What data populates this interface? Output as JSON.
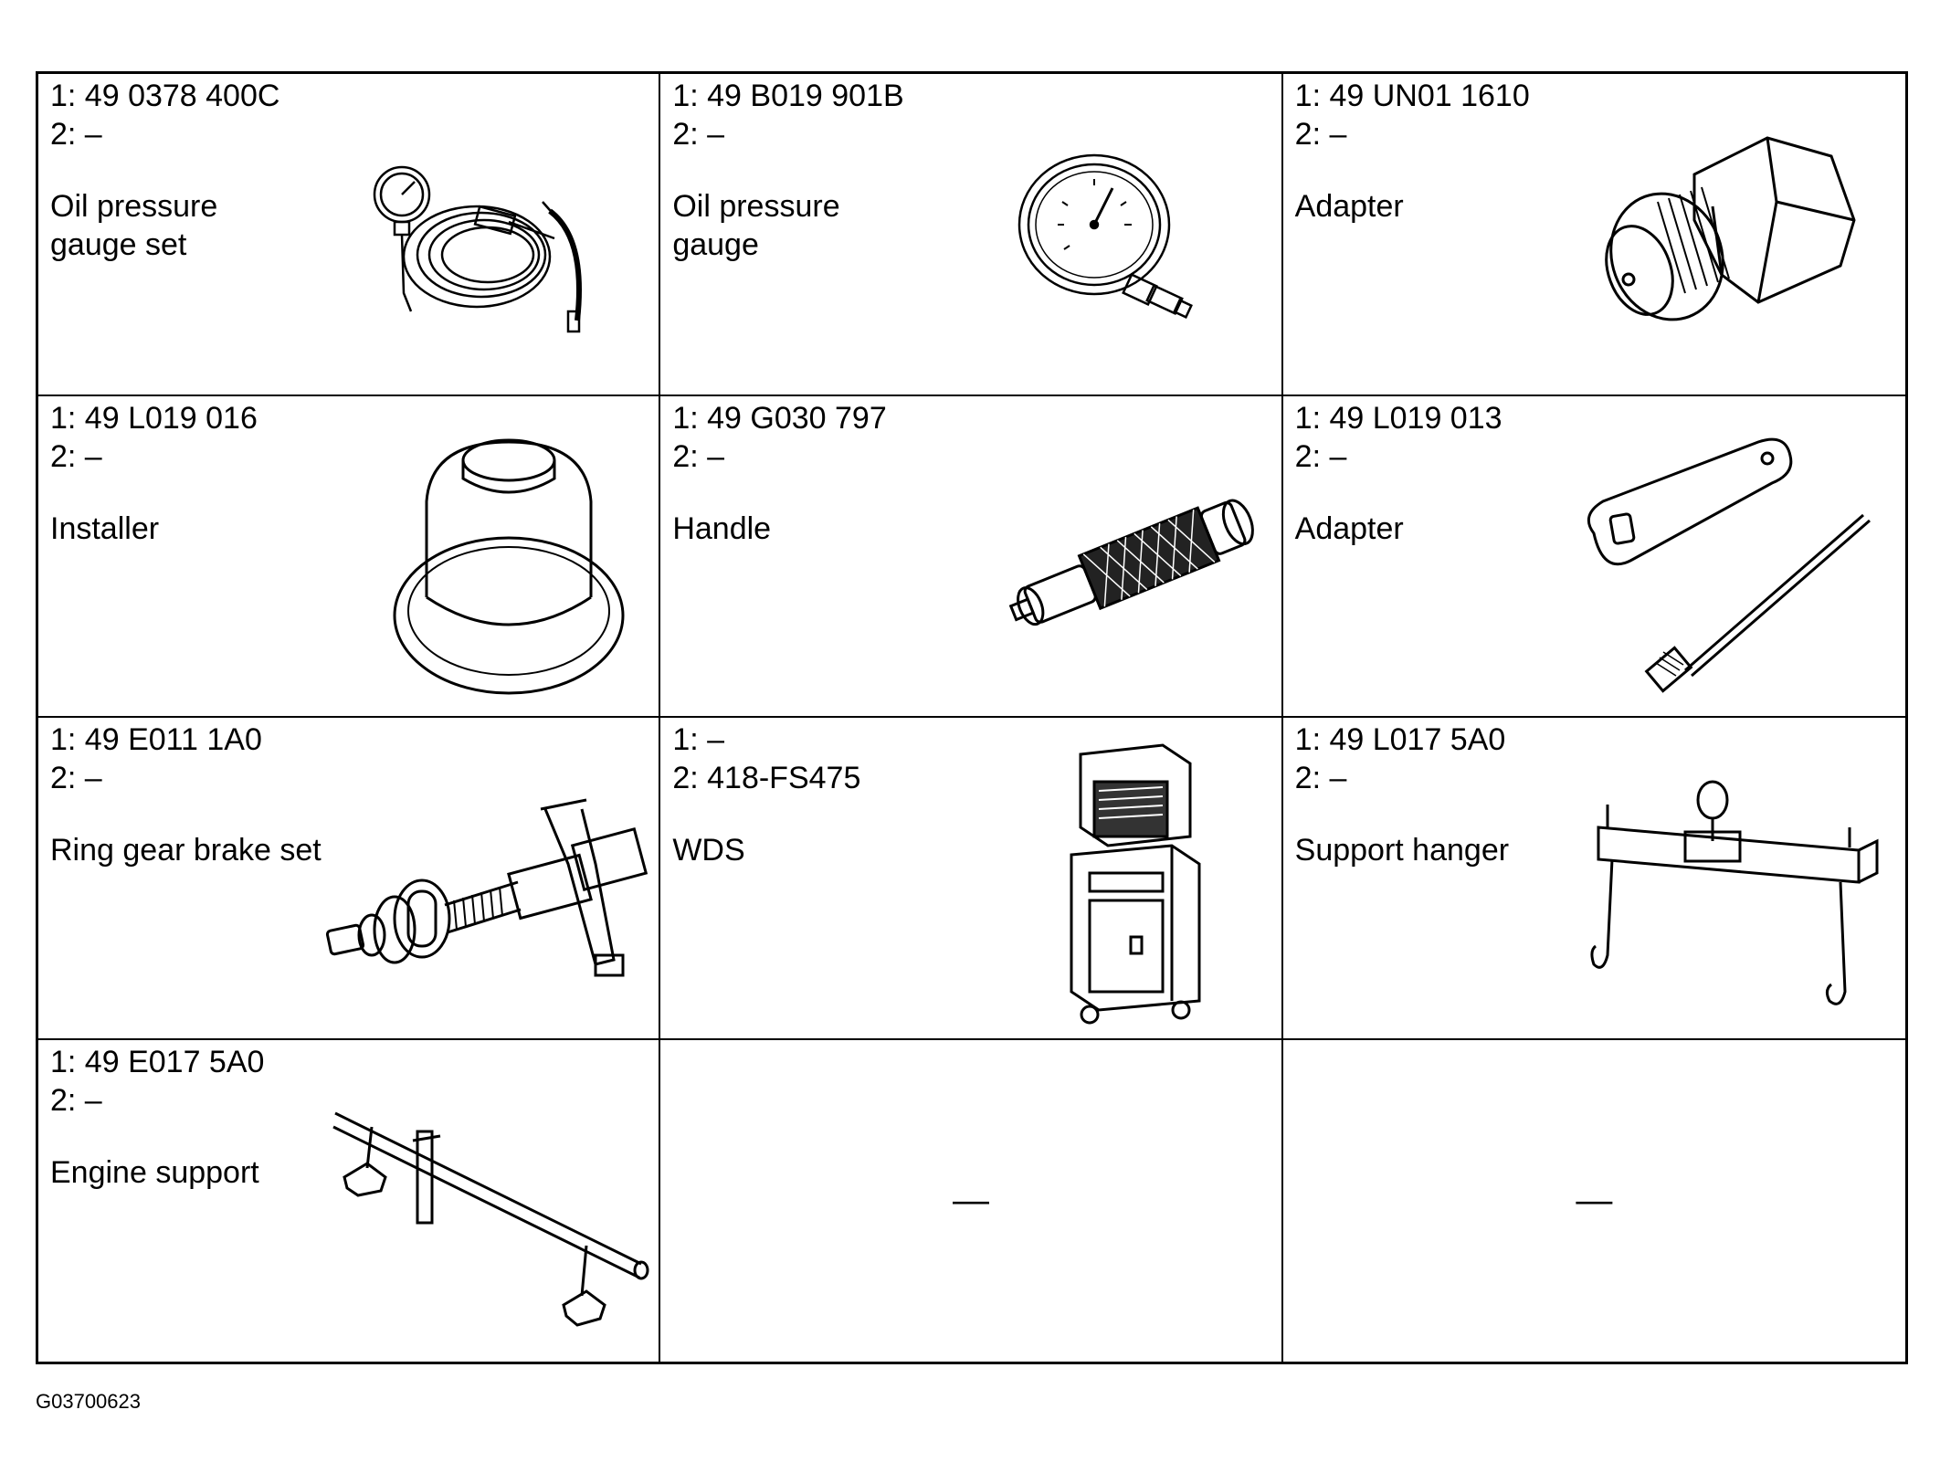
{
  "cells": [
    {
      "line1": "1: 49 0378 400C",
      "line2": "2: –",
      "name": "Oil pressure gauge set",
      "icon": "oil-pressure-gauge-set-illustration"
    },
    {
      "line1": "1: 49 B019 901B",
      "line2": "2: –",
      "name": "Oil pressure gauge",
      "icon": "oil-pressure-gauge-illustration"
    },
    {
      "line1": "1: 49 UN01 1610",
      "line2": "2: –",
      "name": "Adapter",
      "icon": "threaded-adapter-illustration"
    },
    {
      "line1": "1: 49 L019 016",
      "line2": "2: –",
      "name": "Installer",
      "icon": "installer-illustration"
    },
    {
      "line1": "1: 49 G030 797",
      "line2": "2: –",
      "name": "Handle",
      "icon": "handle-illustration"
    },
    {
      "line1": "1: 49 L019 013",
      "line2": "2: –",
      "name": "Adapter",
      "icon": "wrench-adapter-illustration"
    },
    {
      "line1": "1: 49 E011 1A0",
      "line2": "2: –",
      "name": "Ring gear brake set",
      "icon": "ring-gear-brake-set-illustration"
    },
    {
      "line1": "1: –",
      "line2": "2: 418-FS475",
      "name": "WDS",
      "icon": "wds-cart-illustration"
    },
    {
      "line1": "1: 49 L017 5A0",
      "line2": "2: –",
      "name": "Support hanger",
      "icon": "support-hanger-illustration"
    },
    {
      "line1": "1: 49 E017 5A0",
      "line2": "2: –",
      "name": "Engine support",
      "icon": "engine-support-illustration"
    },
    {
      "placeholder": "—"
    },
    {
      "placeholder": "—"
    }
  ],
  "figure_code": "G03700623"
}
